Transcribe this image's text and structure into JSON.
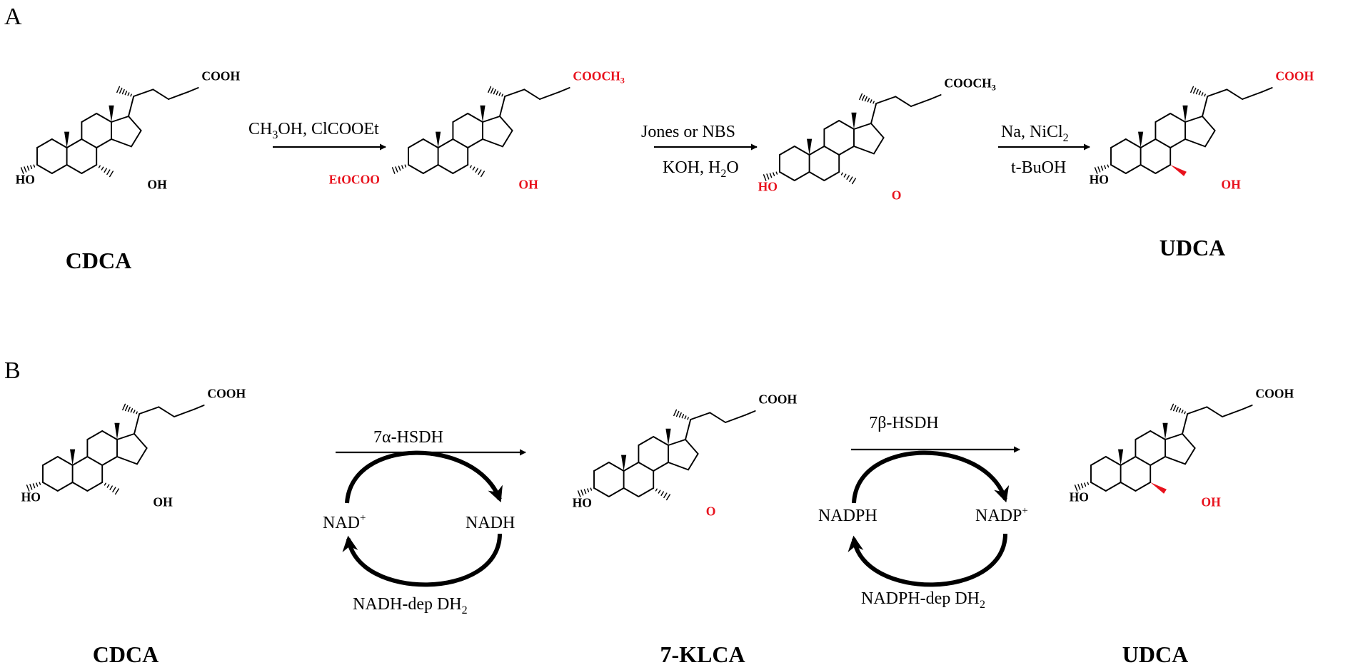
{
  "colors": {
    "ink": "#000000",
    "highlight": "#e8121d"
  },
  "panel_a": {
    "label": "A",
    "compounds": [
      {
        "name": "CDCA",
        "acid": "COOH",
        "ho3": "HO",
        "oh7": "OH",
        "c3_sub": "",
        "o7": ""
      },
      {
        "name": "",
        "acid": "COOCH3",
        "ho3": "",
        "oh7": "OH",
        "c3_sub": "EtOCOO",
        "o7": ""
      },
      {
        "name": "",
        "acid": "COOCH3",
        "ho3": "HO",
        "oh7": "",
        "c3_sub": "",
        "o7": "O"
      },
      {
        "name": "UDCA",
        "acid": "COOH",
        "ho3": "HO",
        "oh7": "OH",
        "c3_sub": "",
        "o7": ""
      }
    ],
    "steps": [
      {
        "above": "CH3OH, ClCOOEt",
        "below": ""
      },
      {
        "above": "Jones or NBS",
        "below": "KOH, H2O"
      },
      {
        "above": "Na, NiCl2",
        "below": "t-BuOH"
      }
    ]
  },
  "panel_b": {
    "label": "B",
    "compounds": [
      {
        "name": "CDCA",
        "acid": "COOH",
        "ho3": "HO",
        "oh7": "OH",
        "o7": ""
      },
      {
        "name": "7-KLCA",
        "acid": "COOH",
        "ho3": "HO",
        "oh7": "",
        "o7": "O"
      },
      {
        "name": "UDCA",
        "acid": "COOH",
        "ho3": "HO",
        "oh7": "OH",
        "o7": ""
      }
    ],
    "enzymes": [
      {
        "name": "7α-HSDH",
        "cofactor_in": "NAD+",
        "cofactor_out": "NADH",
        "regen": "NADH-dep DH2"
      },
      {
        "name": "7β-HSDH",
        "cofactor_in": "NADPH",
        "cofactor_out": "NADP+",
        "regen": "NADPH-dep DH2"
      }
    ]
  }
}
